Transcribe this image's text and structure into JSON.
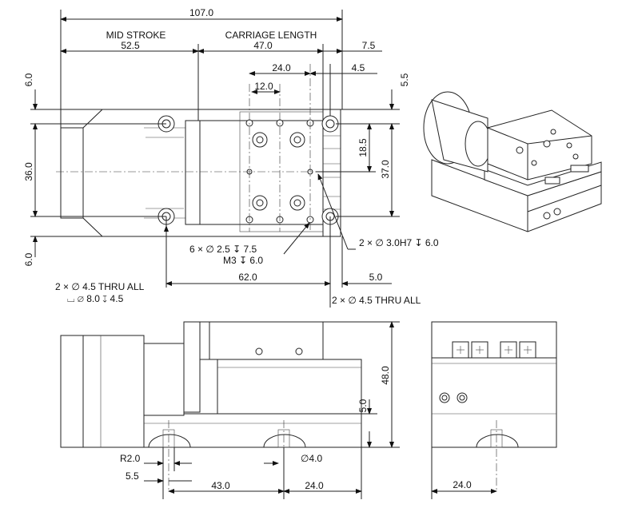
{
  "dims": {
    "overall_length": "107.0",
    "mid_stroke_label": "MID STROKE",
    "mid_stroke": "52.5",
    "carriage_label": "CARRIAGE LENGTH",
    "carriage_length": "47.0",
    "end_offset": "7.5",
    "pitch_24": "24.0",
    "pitch_12": "12.0",
    "offset_45": "4.5",
    "offset_55": "5.5",
    "left_6_top": "6.0",
    "left_36": "36.0",
    "left_6_bottom": "6.0",
    "hole_185": "18.5",
    "hole_37": "37.0",
    "note_tapped_1": "6 × ∅ 2.5  ↧ 7.5",
    "note_tapped_2": "M3  ↧ 6.0",
    "note_dowel": "2 × ∅ 3.0H7  ↧ 6.0",
    "note_thru_1": "2 × ∅ 4.5  THRU ALL",
    "note_cbore": "⌴ ∅ 8.0  ↧ 4.5",
    "hole_spacing": "62.0",
    "end_5": "5.0",
    "note_thru_2": "2 × ∅ 4.5  THRU ALL",
    "height_48": "48.0",
    "height_5": "5.0",
    "r2": "R2.0",
    "d4": "∅4.0",
    "b55": "5.5",
    "b43": "43.0",
    "b24": "24.0",
    "end_24": "24.0"
  }
}
